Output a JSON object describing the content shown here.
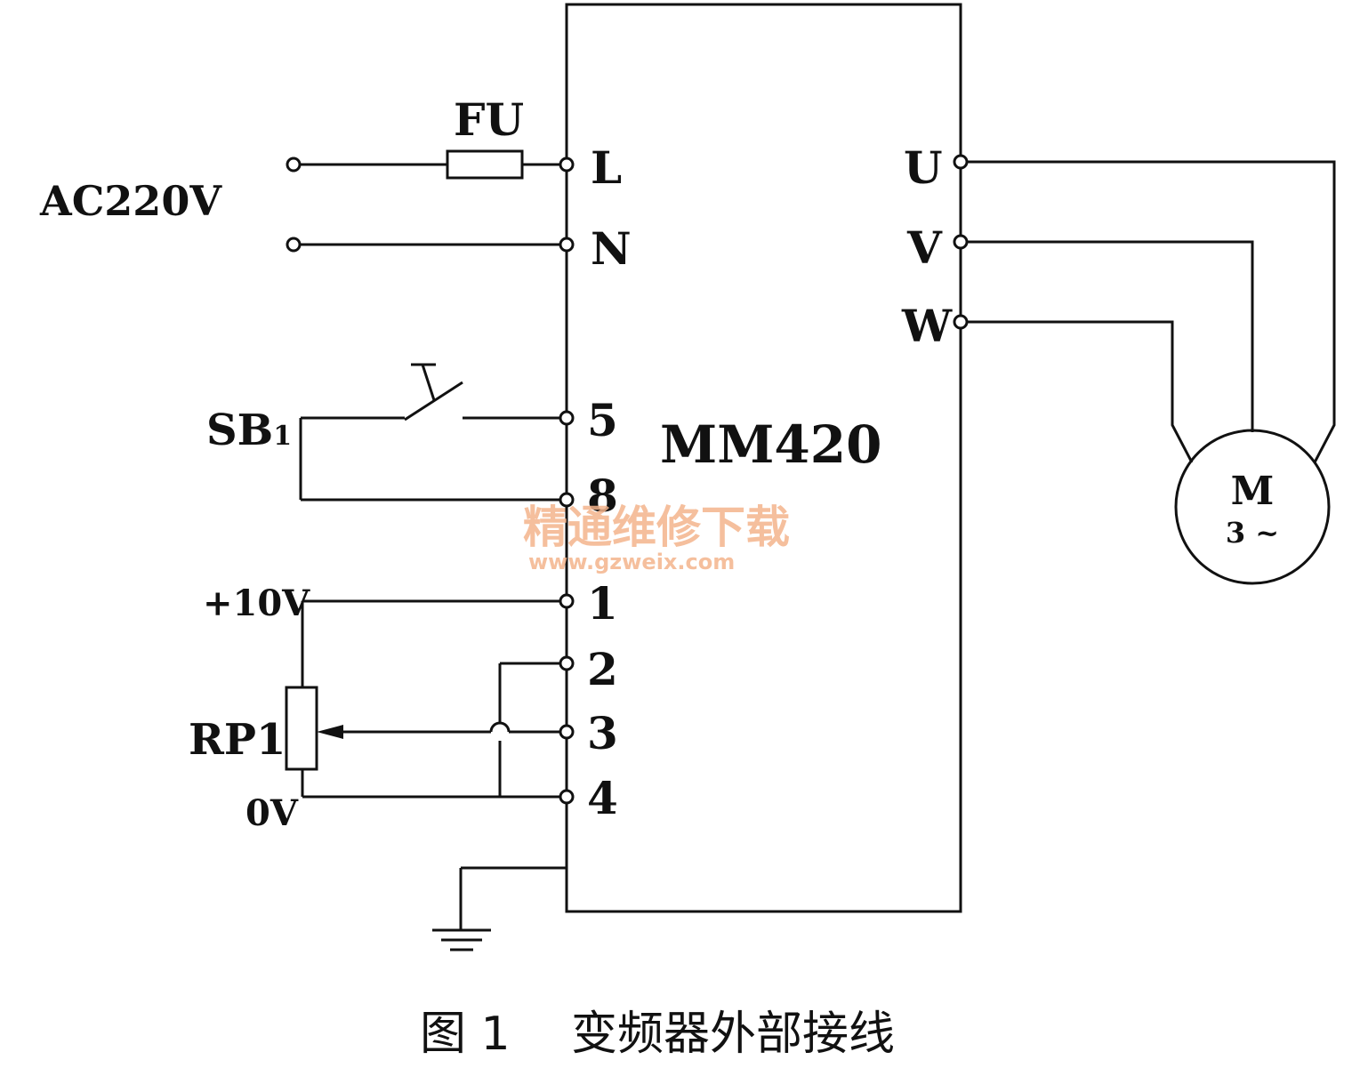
{
  "labels": {
    "fuse": "FU",
    "supply": "AC220V",
    "switch": "SB",
    "switch_sub": "1",
    "pot": "RP1",
    "ref_plus": "+10V",
    "ref_zero": "0V",
    "inverter": "MM420",
    "motor": "M",
    "motor_phase": "3 ~"
  },
  "terminals": {
    "left": [
      "L",
      "N",
      "5",
      "8",
      "1",
      "2",
      "3",
      "4"
    ],
    "right": [
      "U",
      "V",
      "W"
    ]
  },
  "watermark": {
    "text": "精通维修下载",
    "url": "www.gzweix.com"
  },
  "caption": {
    "number": "图 1",
    "title": "变频器外部接线"
  }
}
